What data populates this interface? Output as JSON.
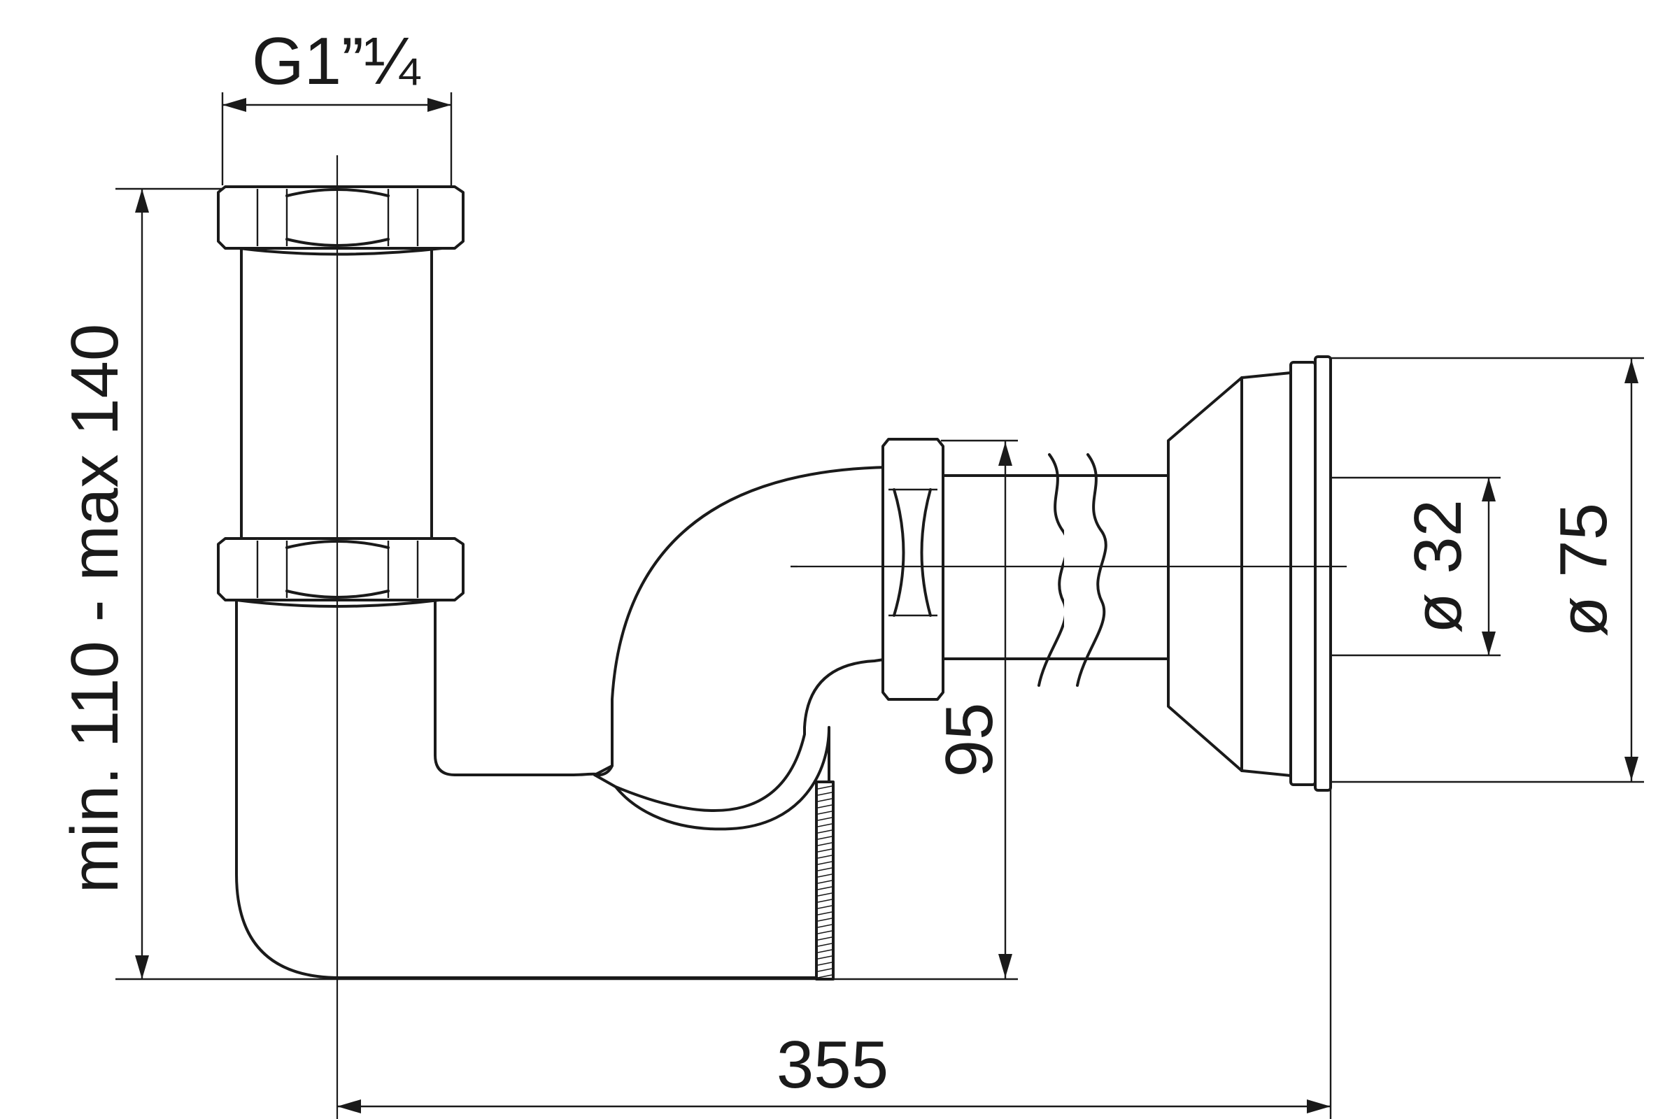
{
  "drawing": {
    "dimensions": {
      "inlet_thread": "G1”¼",
      "height_range": "min. 110 - max 140",
      "outlet_offset": "95",
      "total_length": "355",
      "pipe_diameter": "ø 32",
      "flange_diameter": "ø 75"
    },
    "colors": {
      "line": "#1a1a1a",
      "background": "#ffffff"
    }
  }
}
